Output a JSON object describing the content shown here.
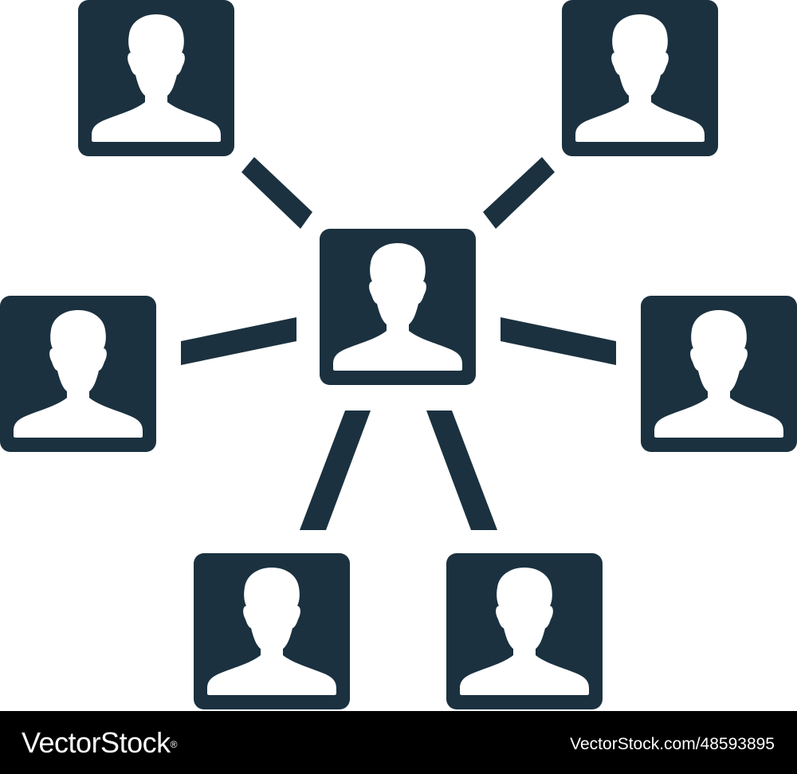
{
  "illustration": {
    "subject": "network of person avatars",
    "icon_color": "#1b313f",
    "background_color": "#ffffff",
    "icon_names": [
      "person-avatar-icon",
      "connector-line"
    ]
  },
  "footer": {
    "background_color": "#000000",
    "text_color": "#ffffff",
    "brand": "VectorStock",
    "brand_trademark": "®",
    "credit": "VectorStock.com/48593895"
  }
}
